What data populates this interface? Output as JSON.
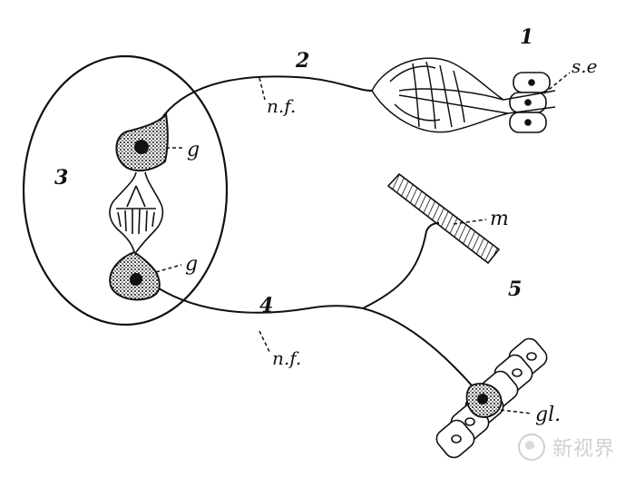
{
  "labels": {
    "n1": "1",
    "n2": "2",
    "n3": "3",
    "n4": "4",
    "n5": "5",
    "se": "s.e",
    "nf_top": "n.f.",
    "nf_bottom": "n.f.",
    "g_top": "g",
    "g_bottom": "g",
    "m": "m",
    "gl": "gl."
  },
  "watermark": {
    "text": "新视界"
  },
  "colors": {
    "ink": "#111111",
    "paper": "#ffffff",
    "watermark": "#c8c8c8"
  }
}
